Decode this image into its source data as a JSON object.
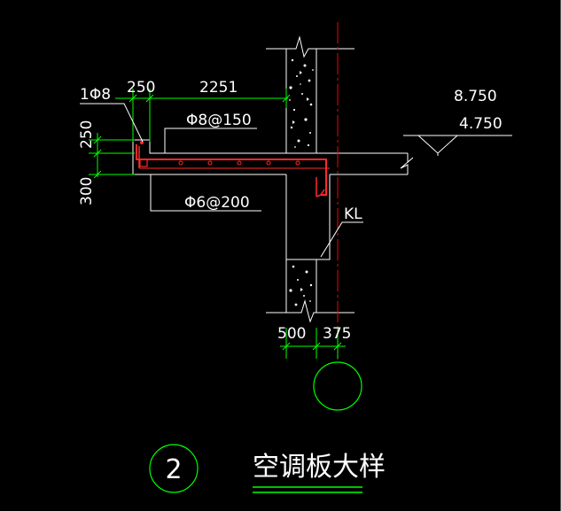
{
  "drawing": {
    "callouts": {
      "top_bar": "1Φ8",
      "rebar_top": "Φ8@150",
      "rebar_bottom": "Φ6@200",
      "beam": "KL"
    },
    "dimensions": {
      "width_left": "250",
      "width_span": "2251",
      "height_top": "250",
      "height_bottom": "300",
      "wall_left": "500",
      "wall_right": "375"
    },
    "elevations": {
      "upper": "8.750",
      "lower": "4.750"
    },
    "axis_label": "",
    "detail_number": "2",
    "title": "空调板大样"
  },
  "colors": {
    "background": "#000000",
    "outline": "#ffffff",
    "dimension": "#00ff00",
    "rebar": "#ff2a2a",
    "axis": "#ff0000",
    "leader": "#00ff00"
  }
}
